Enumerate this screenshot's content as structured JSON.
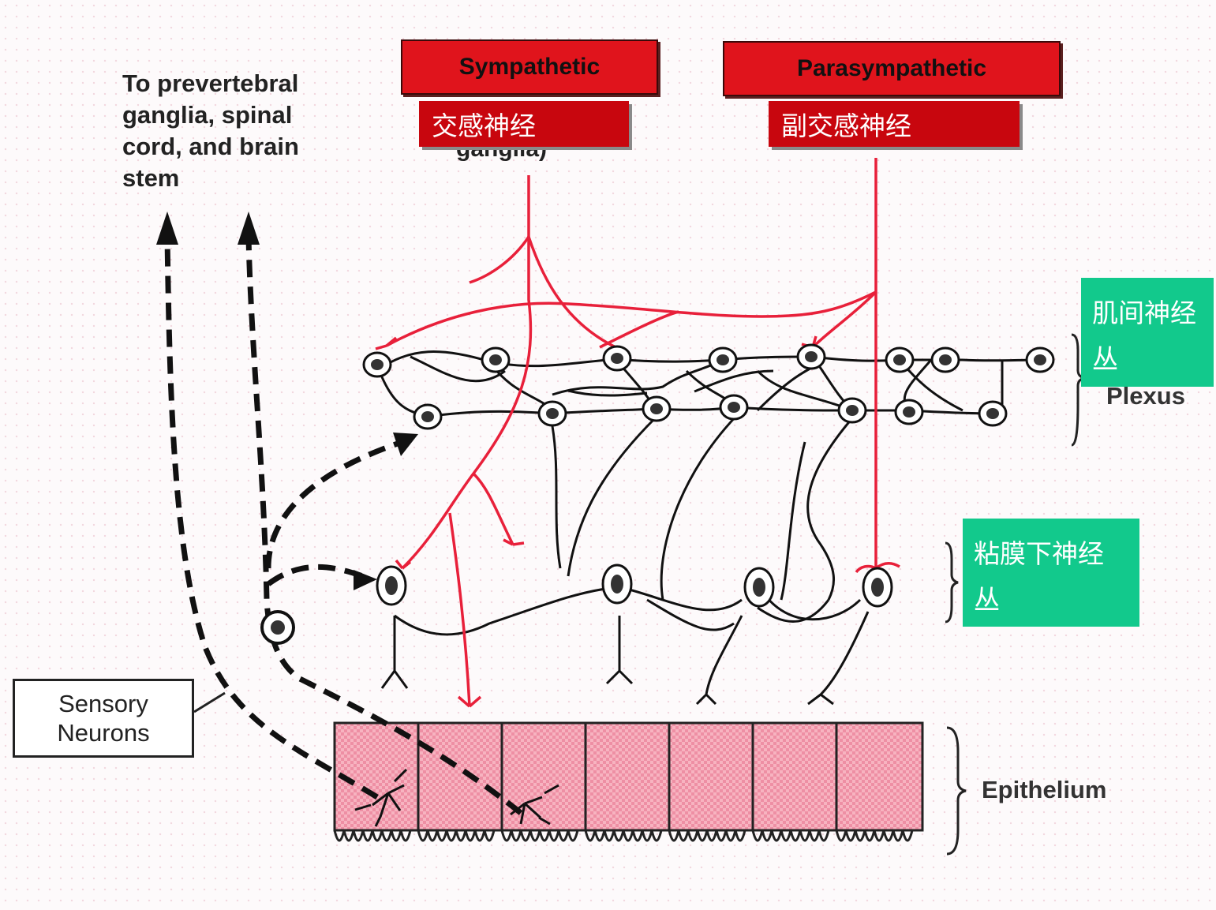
{
  "header": {
    "sympathetic_label": "Sympathetic",
    "parasympathetic_label": "Parasympathetic",
    "sympathetic_cn": "交感神经",
    "parasympathetic_cn": "副交感神经",
    "partial_text": "ganglia)"
  },
  "destination_text": "To prevertebral ganglia, spinal cord, and brain stem",
  "side_labels": {
    "myenteric_cn": "肌间神经丛",
    "plexus": "Plexus",
    "submucosal_cn": "粘膜下神经丛",
    "epithelium": "Epithelium"
  },
  "sensory_label": "Sensory Neurons",
  "colors": {
    "nerve_red": "#e8203a",
    "label_red": "#e0141c",
    "label_green": "#12c98c",
    "epithelium_pink": "#f4a0b0"
  }
}
